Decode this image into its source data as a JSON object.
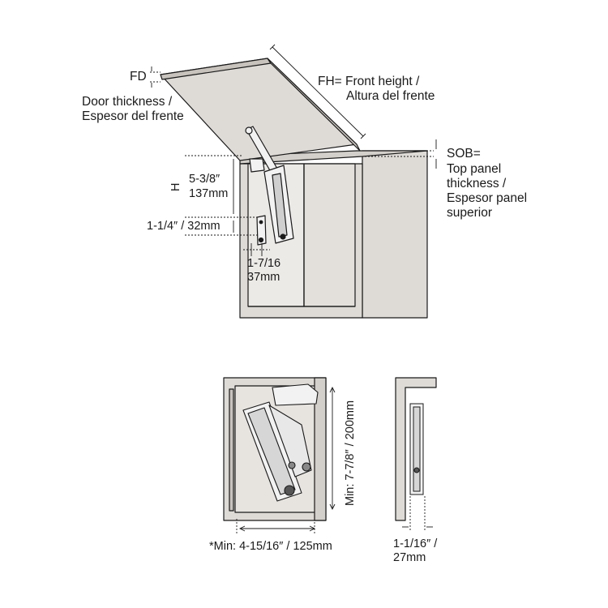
{
  "top_view": {
    "fd": "FD",
    "door_thickness": [
      "Door thickness /",
      "Espesor del frente"
    ],
    "front_height": [
      "FH= Front height /",
      "Altura del frente"
    ],
    "sob": [
      "SOB=",
      "Top panel",
      "thickness /",
      "Espesor panel",
      "superior"
    ],
    "h": "H",
    "dim_137": [
      "5-3/8″",
      "137mm"
    ],
    "dim_32": "1-1/4″ / 32mm",
    "dim_37": [
      "1-7/16",
      "37mm"
    ]
  },
  "front_view": {
    "min_height": "Min: 7-7/8″ / 200mm",
    "min_width": "*Min: 4-15/16″ / 125mm"
  },
  "side_view": {
    "width": [
      "1-1/16″ /",
      "27mm"
    ]
  },
  "colors": {
    "panel_fill": "#dedbd7",
    "line": "#1a1a1a",
    "mechanism": "#f2f2f2"
  }
}
